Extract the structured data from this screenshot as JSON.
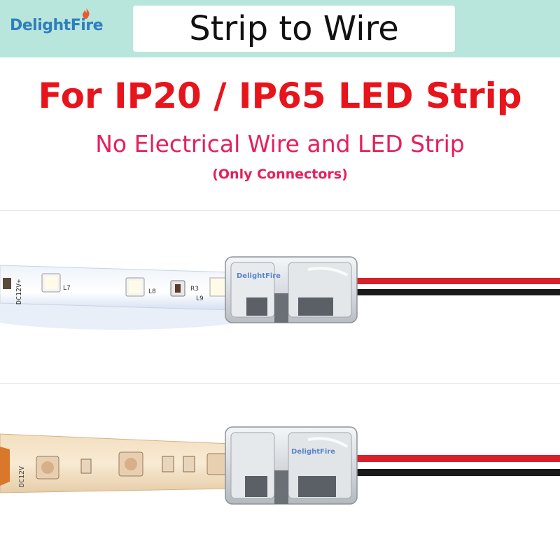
{
  "brand": {
    "name": "DelightFire"
  },
  "header": {
    "title": "Strip to Wire"
  },
  "headline": "For IP20 / IP65 LED Strip",
  "subline": "No Electrical Wire and LED Strip",
  "note": "(Only Connectors)",
  "photo_top": {
    "strip_labels": [
      "DC12V+",
      "L7",
      "L8",
      "R3",
      "L9"
    ],
    "connector_brand": "DelightFire"
  },
  "photo_bottom": {
    "strip_labels": [
      "DC12V"
    ],
    "connector_brand": "DelightFire"
  },
  "colors": {
    "header_bg": "#b8e6dc",
    "headline": "#e8141c",
    "subline": "#e6205a",
    "brand": "#2f7fbd",
    "wire_red": "#d8202a",
    "wire_black": "#1a1a1a"
  }
}
